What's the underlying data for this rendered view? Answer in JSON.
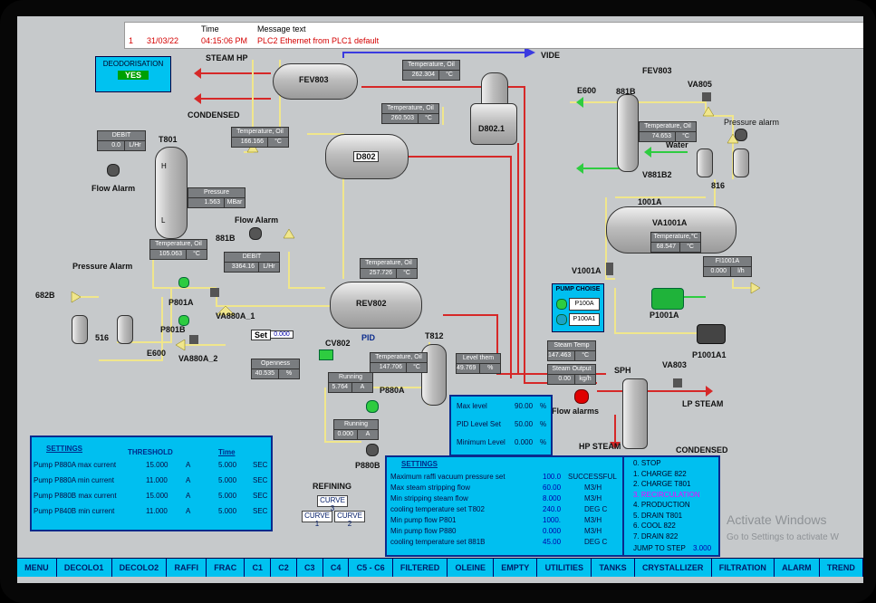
{
  "alarm": {
    "col_time": "Time",
    "col_msg": "Message text",
    "row_index": "1",
    "row_date": "31/03/22",
    "row_time": "04:15:06 PM",
    "row_msg": "PLC2 Ethernet from PLC1 default"
  },
  "deodorisation": {
    "title": "DEODORISATION",
    "value": "YES"
  },
  "labels": {
    "steam_hp": "STEAM HP",
    "condensed": "CONDENSED",
    "vide": "VIDE",
    "fev803_top": "FEV803",
    "e600_top": "E600",
    "b881": "881B",
    "va805": "VA805",
    "pressure_alarm_right": "Pressure alarm",
    "water": "Water",
    "v881b2": "V881B2",
    "t816_right": "816",
    "flow_alarm_left": "Flow Alarm",
    "flow_alarm_mid": "Flow Alarm",
    "b881_mid": "881B",
    "pressure_alarm_left": "Pressure Alarm",
    "b682": "682B",
    "t516": "516",
    "p801a": "P801A",
    "p801b": "P801B",
    "va880a1": "VA880A_1",
    "va880a2": "VA880A_2",
    "e600_left": "E600",
    "set": "Set",
    "set_value": "0.000",
    "cv802": "CV802",
    "pid": "PID",
    "t812": "T812",
    "p880a": "P880A",
    "p880b": "P880B",
    "t801": "T801",
    "v1001a": "V1001A",
    "p1001a": "P1001A",
    "p1001a1": "P1001A1",
    "a1001": "1001A",
    "va803": "VA803",
    "sph": "SPH",
    "lp_steam": "LP STEAM",
    "hp_steam": "HP STEAM",
    "condensed_bottom": "CONDENSED",
    "flow_alarms": "Flow alarms",
    "refining": "REFINING"
  },
  "vessels": {
    "fev803": "FEV803",
    "d802_1": "D802.1",
    "d802": "D802",
    "rev802": "REV802",
    "va1001a": "VA1001A"
  },
  "tags": {
    "temp_oil_1": {
      "title": "Temperature, Oil",
      "value": "262.304",
      "unit": "°C"
    },
    "temp_oil_2": {
      "title": "Temperature, Oil",
      "value": "260.503",
      "unit": "°C"
    },
    "temp_oil_3": {
      "title": "Temperature, Oil",
      "value": "166.166",
      "unit": "°C"
    },
    "temp_oil_881b": {
      "title": "Temperature, Oil",
      "value": "74.653",
      "unit": "°C"
    },
    "debit_left": {
      "title": "DEBIT",
      "value": "0.0",
      "unit": "L/Hr"
    },
    "pressure": {
      "title": "Pressure",
      "value": "1.563",
      "unit": "MBar"
    },
    "temp_oil_t801": {
      "title": "Temperature, Oil",
      "value": "105.063",
      "unit": "°C"
    },
    "debit_mid": {
      "title": "DEBIT",
      "value": "3364.16",
      "unit": "L/Hr"
    },
    "temp_oil_rev": {
      "title": "Temperature, Oil",
      "value": "257.726",
      "unit": "°C"
    },
    "temp_oil_t812": {
      "title": "Temperature, Oil",
      "value": "147.706",
      "unit": "°C"
    },
    "openness": {
      "title": "Openness",
      "value": "40.535",
      "unit": "%"
    },
    "running_a": {
      "title": "Running",
      "value": "5.764",
      "unit": "A"
    },
    "running_b": {
      "title": "Running",
      "value": "0.000",
      "unit": "A"
    },
    "level_them": {
      "title": "Level them",
      "value": "49.769",
      "unit": "%"
    },
    "temp_va1001a": {
      "title": "Temperature,℃",
      "value": "68.547",
      "unit": "°C"
    },
    "fi1001a": {
      "title": "FI1001A",
      "value": "0.000",
      "unit": "l/h"
    },
    "steam_temp": {
      "title": "Steam Temp",
      "value": "147.463",
      "unit": "°C"
    },
    "steam_output": {
      "title": "Steam Output",
      "value": "0.00",
      "unit": "kg/h"
    }
  },
  "pump_choise": {
    "title": "PUMP CHOISE",
    "opt1": "P100A",
    "opt2": "P100A1"
  },
  "level_box": {
    "max_label": "Max level",
    "max_value": "90.00",
    "max_unit": "%",
    "pid_label": "PID Level Set",
    "pid_value": "50.00",
    "pid_unit": "%",
    "min_label": "Minimum Level",
    "min_value": "0.000",
    "min_unit": "%"
  },
  "settings_left": {
    "title": "SETTINGS",
    "col_threshold": "THRESHOLD",
    "col_time": "Time",
    "rows": [
      {
        "label": "Pump P880A max current",
        "value": "15.000",
        "unit": "A",
        "time": "5.000",
        "tunit": "SEC"
      },
      {
        "label": "Pump P880A min current",
        "value": "11.000",
        "unit": "A",
        "time": "5.000",
        "tunit": "SEC"
      },
      {
        "label": "Pump P880B max current",
        "value": "15.000",
        "unit": "A",
        "time": "5.000",
        "tunit": "SEC"
      },
      {
        "label": "Pump P840B min current",
        "value": "11.000",
        "unit": "A",
        "time": "5.000",
        "tunit": "SEC"
      }
    ]
  },
  "refining": {
    "curve3": "CURVE 3",
    "curve1": "CURVE 1",
    "curve2": "CURVE 2"
  },
  "settings_mid": {
    "title": "SETTINGS",
    "rows": [
      {
        "label": "Maximum raffi vacuum pressure set",
        "value": "100.0",
        "unit": "SUCCESSFUL"
      },
      {
        "label": "Max steam stripping flow",
        "value": "60.00",
        "unit": "M3/H"
      },
      {
        "label": "Min stripping steam flow",
        "value": "8.000",
        "unit": "M3/H"
      },
      {
        "label": "cooling temperature set T802",
        "value": "240.0",
        "unit": "DEG C"
      },
      {
        "label": "Min pump flow P801",
        "value": "1000.",
        "unit": "M3/H"
      },
      {
        "label": "Min pump flow P880",
        "value": "0.000",
        "unit": "M3/H"
      },
      {
        "label": "cooling temperature set 881B",
        "value": "45.00",
        "unit": "DEG C"
      }
    ]
  },
  "steps": {
    "items": [
      "0. STOP",
      "1. CHARGE 822",
      "2. CHARGE  T801",
      "3. RECIRCULATION",
      "4. PRODUCTION",
      "5. DRAIN T801",
      "6. COOL 822",
      "7. DRAIN 822"
    ],
    "jump_label": "JUMP TO STEP",
    "jump_value": "3.000"
  },
  "watermark": {
    "line1": "Activate Windows",
    "line2": "Go to Settings to activate W"
  },
  "nav": [
    "MENU",
    "DECOLO1",
    "DECOLO2",
    "RAFFI",
    "FRAC",
    "C1",
    "C2",
    "C3",
    "C4",
    "C5 - C6",
    "FILTERED",
    "OLEINE",
    "EMPTY",
    "UTILITIES",
    "TANKS",
    "CRYSTALLIZER",
    "FILTRATION",
    "ALARM",
    "TREND"
  ],
  "colors": {
    "panel": "#c6c9cb",
    "settings_bg": "#00bff0",
    "nav_bg": "#00c2f0",
    "steam_line": "#d62828",
    "oil_line": "#f0e68c",
    "vacuum_line": "#3a3ae0",
    "green_line": "#2ecc40",
    "alarm_text": "#d40000"
  }
}
